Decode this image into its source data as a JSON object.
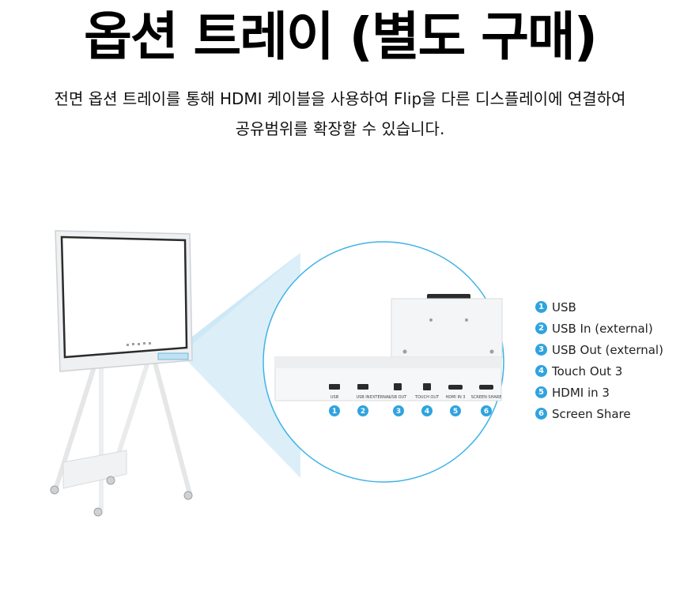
{
  "heading": "옵션 트레이 (별도 구매)",
  "description": {
    "line1": "전면 옵션 트레이를 통해 HDMI 케이블을 사용하여 Flip을 다른 디스플레이에 연결하여",
    "line2": "공유범위를 확장할 수 있습니다."
  },
  "ports": [
    {
      "num": "1",
      "label": "USB"
    },
    {
      "num": "2",
      "label": "USB IN"
    },
    {
      "num": "3",
      "label": "USB OUT"
    },
    {
      "num": "4",
      "label": "TOUCH OUT"
    },
    {
      "num": "5",
      "label": "HDMI IN 3"
    },
    {
      "num": "6",
      "label": "SCREEN SHARE"
    }
  ],
  "port_group_label": "EXTERNAL",
  "legend": [
    {
      "num": "1",
      "label": "USB"
    },
    {
      "num": "2",
      "label": "USB In (external)"
    },
    {
      "num": "3",
      "label": "USB Out (external)"
    },
    {
      "num": "4",
      "label": "Touch Out 3"
    },
    {
      "num": "5",
      "label": "HDMI in 3"
    },
    {
      "num": "6",
      "label": "Screen Share"
    }
  ],
  "colors": {
    "accent": "#2fa3df",
    "circle": "#3fb3e6",
    "beam": "#d6ecf8"
  }
}
